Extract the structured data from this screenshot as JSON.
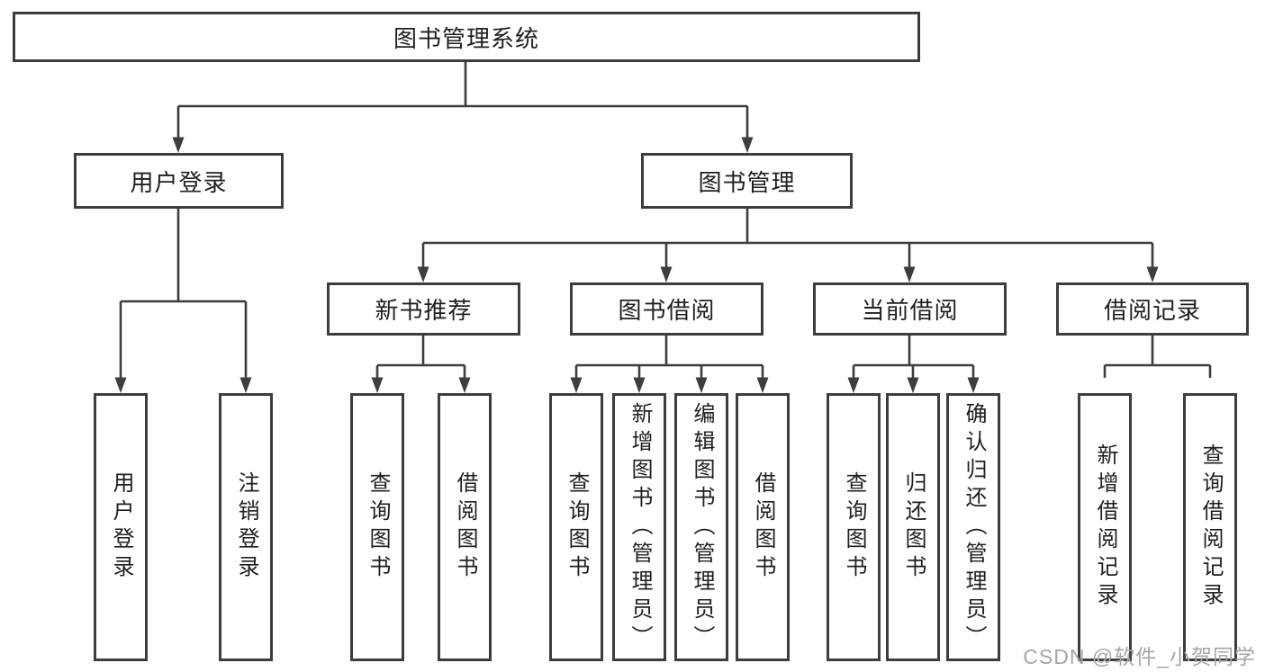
{
  "diagram": {
    "root": {
      "label": "图书管理系统"
    },
    "level2": [
      {
        "label": "用户登录",
        "children": [
          {
            "label": "用户登录"
          },
          {
            "label": "注销登录"
          }
        ]
      },
      {
        "label": "图书管理",
        "sections": [
          {
            "label": "新书推荐",
            "children": [
              {
                "label": "查询图书"
              },
              {
                "label": "借阅图书"
              }
            ]
          },
          {
            "label": "图书借阅",
            "children": [
              {
                "label": "查询图书"
              },
              {
                "label": "新增图书（管理员）"
              },
              {
                "label": "编辑图书（管理员）"
              },
              {
                "label": "借阅图书"
              }
            ]
          },
          {
            "label": "当前借阅",
            "children": [
              {
                "label": "查询图书"
              },
              {
                "label": "归还图书"
              },
              {
                "label": "确认归还（管理员）"
              }
            ]
          },
          {
            "label": "借阅记录",
            "children": [
              {
                "label": "新增借阅记录"
              },
              {
                "label": "查询借阅记录"
              }
            ]
          }
        ]
      }
    ]
  },
  "watermark": {
    "text": "CSDN @软件_小贺同学"
  },
  "colors": {
    "line": "#3d3d3d",
    "text": "#1f1f1f",
    "box_background": "#ffffff",
    "watermark": "#a6a6a6"
  }
}
